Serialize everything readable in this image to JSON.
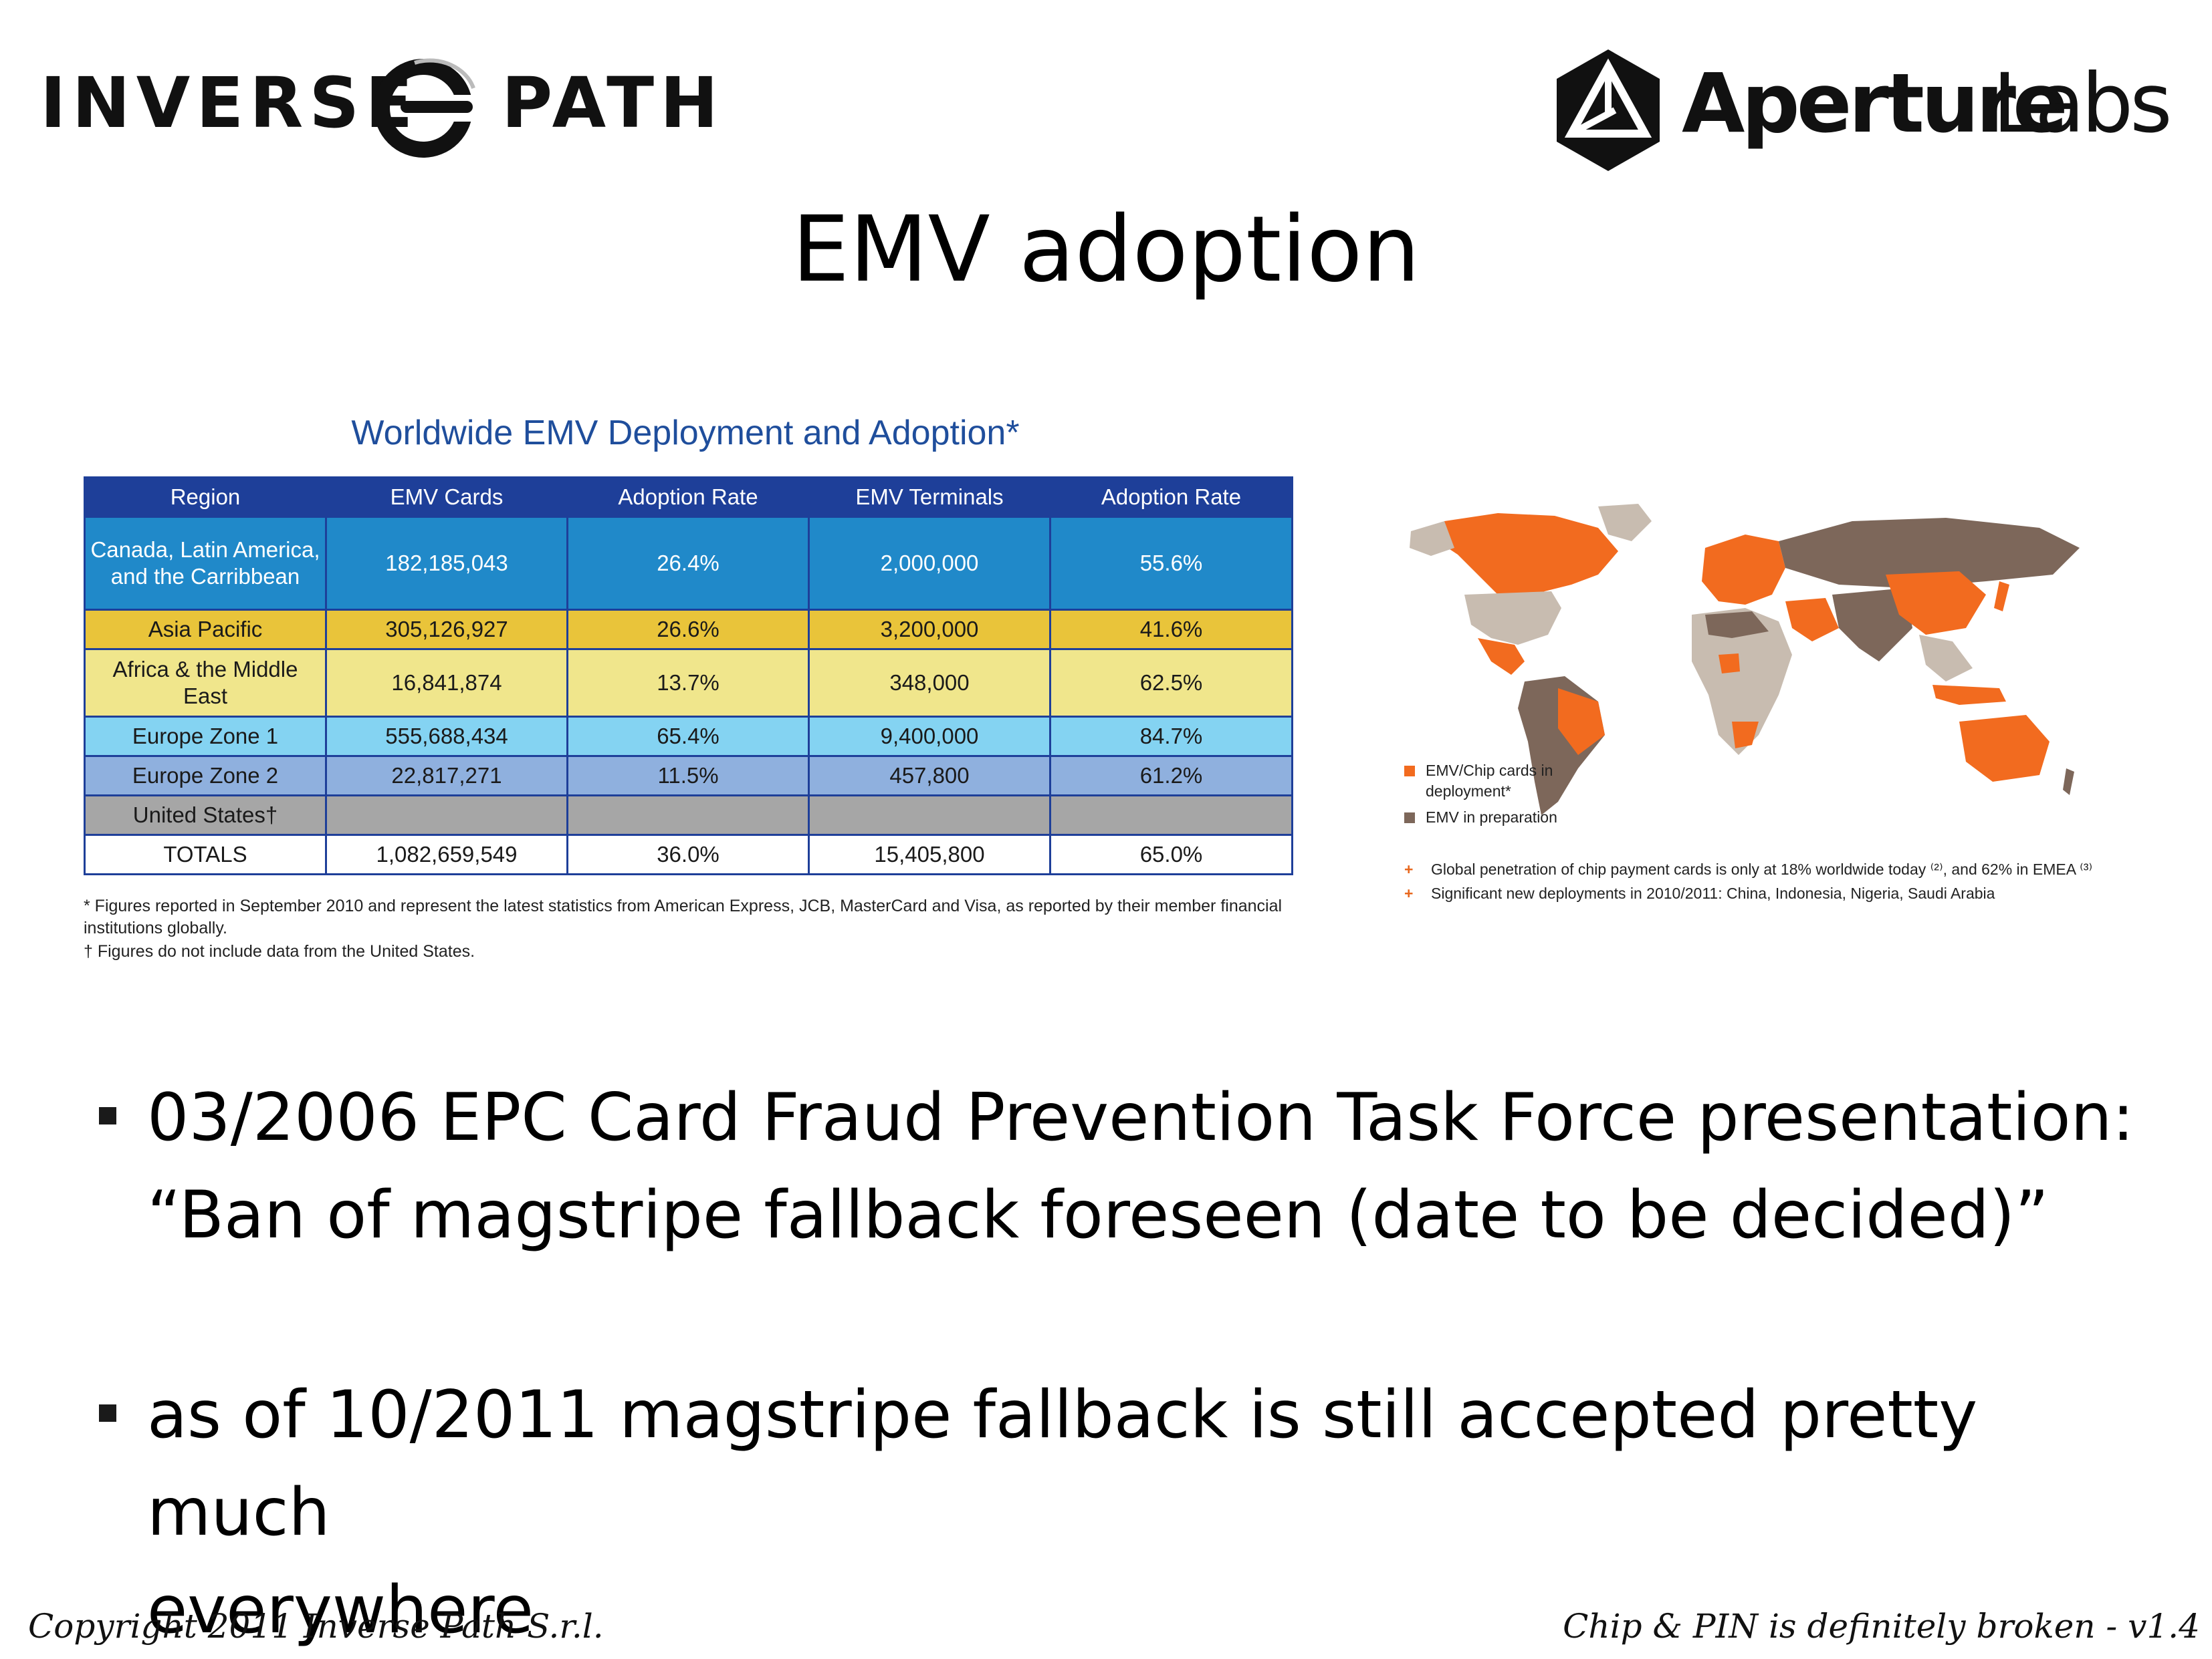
{
  "logos": {
    "inverse_path": {
      "word1": "INVERSE",
      "word2": "PATH"
    },
    "aperture_labs": {
      "word1": "Aperture",
      "word2": "Labs"
    }
  },
  "slide": {
    "title": "EMV adoption"
  },
  "table": {
    "title": "Worldwide EMV Deployment and Adoption*",
    "headers": [
      "Region",
      "EMV Cards",
      "Adoption Rate",
      "EMV Terminals",
      "Adoption Rate"
    ],
    "rows": [
      [
        "Canada, Latin America, and the Carribbean",
        "182,185,043",
        "26.4%",
        "2,000,000",
        "55.6%"
      ],
      [
        "Asia Pacific",
        "305,126,927",
        "26.6%",
        "3,200,000",
        "41.6%"
      ],
      [
        "Africa & the Middle East",
        "16,841,874",
        "13.7%",
        "348,000",
        "62.5%"
      ],
      [
        "Europe Zone 1",
        "555,688,434",
        "65.4%",
        "9,400,000",
        "84.7%"
      ],
      [
        "Europe Zone 2",
        "22,817,271",
        "11.5%",
        "457,800",
        "61.2%"
      ],
      [
        "United States†",
        "",
        "",
        "",
        ""
      ],
      [
        "TOTALS",
        "1,082,659,549",
        "36.0%",
        "15,405,800",
        "65.0%"
      ]
    ],
    "footnotes": [
      "* Figures reported in September 2010 and represent the latest statistics from American Express, JCB, MasterCard and Visa, as reported by their member financial institutions globally.",
      "† Figures do not include data from the United States."
    ]
  },
  "map": {
    "colors": {
      "deployment": "#f26b1f",
      "preparation": "#7d675a",
      "other": "#c8bcb0"
    },
    "legend": [
      {
        "label": "EMV/Chip cards in deployment*",
        "color": "#f26b1f"
      },
      {
        "label": "EMV in preparation",
        "color": "#7d675a"
      }
    ],
    "notes": [
      "Global penetration of chip payment cards is only at 18% worldwide today ⁽²⁾, and 62% in EMEA ⁽³⁾",
      "Significant new deployments in 2010/2011: China, Indonesia, Nigeria, Saudi Arabia"
    ]
  },
  "bullets": [
    {
      "line1": "03/2006 EPC Card Fraud Prevention Task Force presentation:",
      "line2": "“Ban of magstripe fallback foreseen (date to be decided)”"
    },
    {
      "line1": "as of 10/2011 magstripe fallback is still accepted pretty much",
      "line2": "everywhere"
    }
  ],
  "footer": {
    "left": "Copyright 2011 Inverse Path S.r.l.",
    "right": "Chip & PIN is definitely broken - v1.4"
  }
}
